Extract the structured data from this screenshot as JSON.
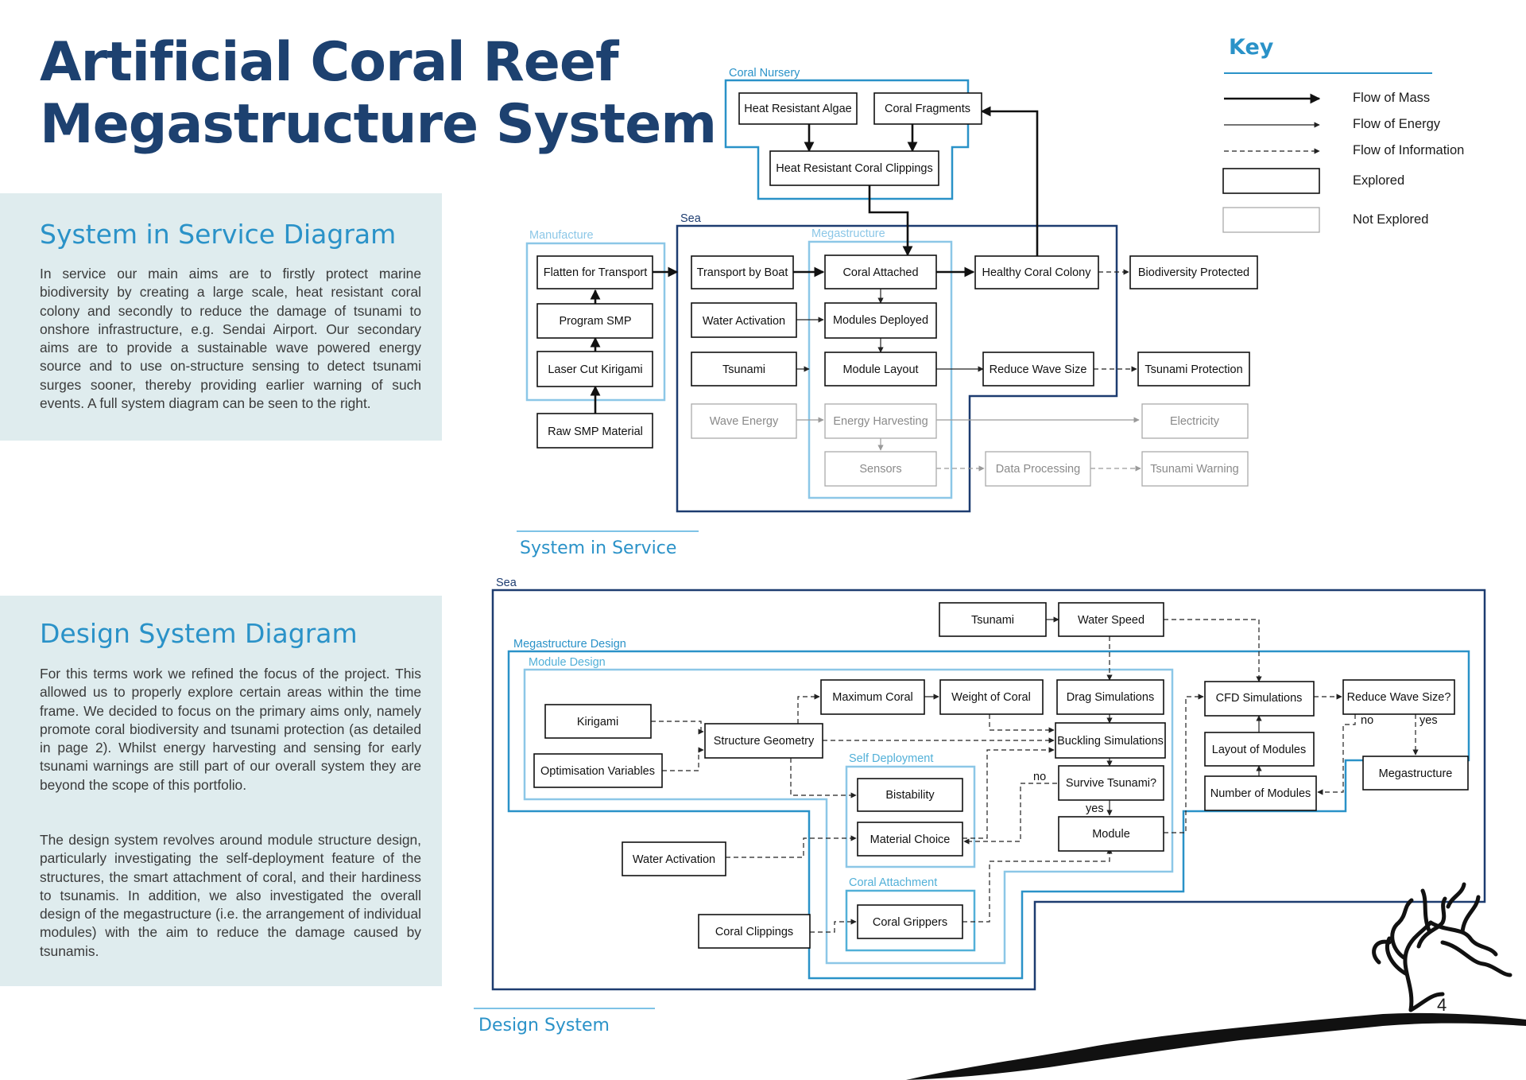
{
  "title": {
    "line1": "Artificial Coral Reef",
    "line2": "Megastructure System"
  },
  "panels": {
    "service": {
      "heading": "System in Service Diagram",
      "body": "In service our main aims are to firstly protect marine biodiversity by creating a large scale, heat resistant coral colony and secondly to reduce the damage of tsunami to onshore infrastructure, e.g. Sendai Airport. Our secondary aims are to provide a sustainable wave powered energy source and to use on-structure sensing to detect tsunami surges sooner, thereby providing earlier warning of such events. A full system diagram can be seen to the right."
    },
    "design": {
      "heading": "Design System Diagram",
      "body1": "For this terms work we refined the focus of the project. This allowed us to properly explore certain areas within the time frame. We decided to focus on the primary aims only, namely promote coral biodiversity and tsunami protection (as detailed in page 2). Whilst energy harvesting and sensing for early tsunami warnings are still part of our overall system they are beyond the scope of this portfolio.",
      "body2": "The design system revolves around module structure design, particularly investigating the self-deployment feature of the structures, the smart attachment of coral, and their hardiness to tsunamis. In addition, we also investigated the overall design of the megastructure (i.e. the arrangement of individual modules) with the aim to reduce the damage caused by tsunamis."
    }
  },
  "key": {
    "title": "Key",
    "mass": "Flow of Mass",
    "energy": "Flow of Energy",
    "information": "Flow of Information",
    "explored": "Explored",
    "not_explored": "Not Explored"
  },
  "sections": {
    "service": "System in Service",
    "design": "Design System"
  },
  "page_number": "4",
  "colors": {
    "title": "#1d4170",
    "accent": "#2a92c8",
    "panel": "#dfecee",
    "sea": "#1d3c70",
    "grey": "#9a9a9a"
  },
  "service": {
    "regions": {
      "coral_nursery": "Coral Nursery",
      "sea": "Sea",
      "manufacture": "Manufacture",
      "megastructure": "Megastructure"
    },
    "boxes": {
      "heat_algae": "Heat Resistant Algae",
      "coral_fragments": "Coral Fragments",
      "clippings": "Heat Resistant Coral Clippings",
      "flatten": "Flatten for Transport",
      "program_smp": "Program SMP",
      "laser_cut": "Laser Cut Kirigami",
      "raw_smp": "Raw SMP Material",
      "transport_boat": "Transport by Boat",
      "water_activation": "Water Activation",
      "tsunami": "Tsunami",
      "wave_energy": "Wave Energy",
      "coral_attached": "Coral Attached",
      "modules_deployed": "Modules Deployed",
      "module_layout": "Module Layout",
      "energy_harvesting": "Energy Harvesting",
      "sensors": "Sensors",
      "healthy_colony": "Healthy Coral Colony",
      "reduce_wave": "Reduce Wave Size",
      "data_processing": "Data Processing",
      "biodiversity": "Biodiversity Protected",
      "tsunami_protection": "Tsunami Protection",
      "electricity": "Electricity",
      "tsunami_warning": "Tsunami Warning"
    }
  },
  "design": {
    "regions": {
      "sea": "Sea",
      "megastructure_design": "Megastructure Design",
      "module_design": "Module Design",
      "self_deployment": "Self Deployment",
      "coral_attachment": "Coral Attachment"
    },
    "boxes": {
      "tsunami": "Tsunami",
      "water_speed": "Water Speed",
      "kirigami": "Kirigami",
      "optimisation": "Optimisation Variables",
      "structure_geometry": "Structure Geometry",
      "maximum_coral": "Maximum Coral",
      "weight_coral": "Weight of Coral",
      "drag_sim": "Drag Simulations",
      "buckling_sim": "Buckling Simulations",
      "survive_tsunami": "Survive Tsunami?",
      "module": "Module",
      "bistability": "Bistability",
      "material_choice": "Material Choice",
      "water_activation": "Water Activation",
      "coral_clippings": "Coral Clippings",
      "coral_grippers": "Coral Grippers",
      "cfd_sim": "CFD Simulations",
      "layout_modules": "Layout of Modules",
      "number_modules": "Number of Modules",
      "reduce_wave_q": "Reduce Wave Size?",
      "megastructure": "Megastructure"
    },
    "edge_labels": {
      "no1": "no",
      "yes1": "yes",
      "no2": "no",
      "yes2": "yes"
    }
  }
}
